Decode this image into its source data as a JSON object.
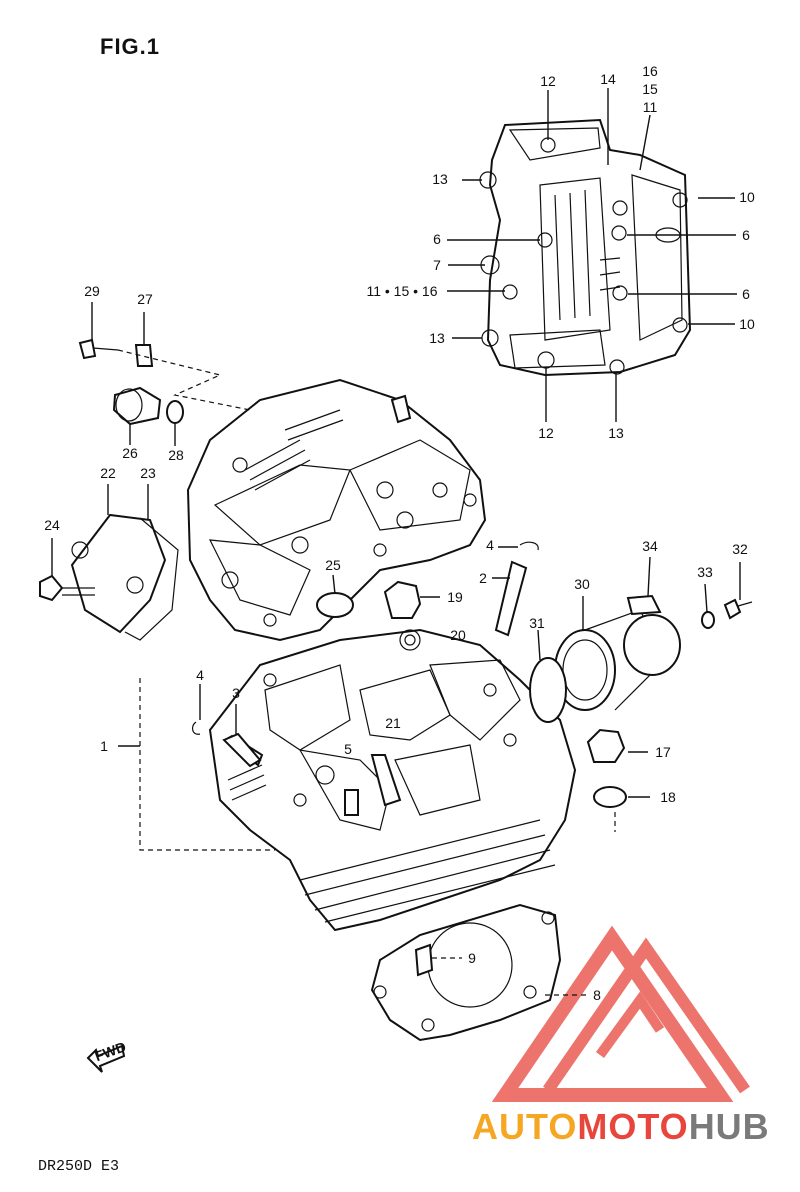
{
  "figure_title": "FIG.1",
  "model_code": "DR250D  E3",
  "fwd_label": "FWD",
  "watermark": {
    "text_part1": "AUTO",
    "text_part2": "MOTO",
    "text_part3": "HUB",
    "color_orange": "#f5a623",
    "color_red": "#e8463c",
    "color_gray": "#7a7a7a"
  },
  "callouts": {
    "c12_top": "12",
    "c14": "14",
    "c16": "16",
    "c15": "15",
    "c11_top": "11",
    "c13_a": "13",
    "c10_a": "10",
    "c6_a": "6",
    "c6_b": "6",
    "c7": "7",
    "c11_15_16": "11 • 15 • 16",
    "c6_c": "6",
    "c13_b": "13",
    "c10_b": "10",
    "c12_bottom": "12",
    "c13_c": "13",
    "c29": "29",
    "c27": "27",
    "c26": "26",
    "c28": "28",
    "c22": "22",
    "c23": "23",
    "c24": "24",
    "c25": "25",
    "c4_a": "4",
    "c2": "2",
    "c34": "34",
    "c32": "32",
    "c33": "33",
    "c30": "30",
    "c19": "19",
    "c31": "31",
    "c20": "20",
    "c4_b": "4",
    "c3": "3",
    "c1": "1",
    "c21": "21",
    "c5": "5",
    "c17": "17",
    "c18": "18",
    "c9": "9",
    "c8": "8"
  }
}
